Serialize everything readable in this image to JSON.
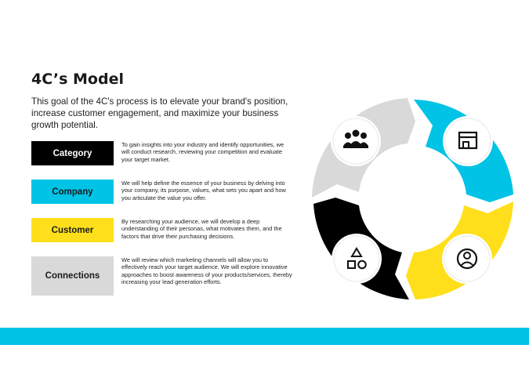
{
  "title": "4C’s Model",
  "intro": "This goal of the 4C's process is to elevate your brand's position, increase customer engagement, and maximize your business growth potential.",
  "items": [
    {
      "label": "Category",
      "color": "#000000",
      "text_color": "#ffffff",
      "description": "To gain insights into your industry and identify opportunities, we will conduct research, reviewing your competition and evaluate your target market."
    },
    {
      "label": "Company",
      "color": "#00c3e6",
      "text_color": "#1a1a1a",
      "description": "We will help define the essence of your business by delving into your company, its purpose, values, what sets you apart and how you articulate the value you offer."
    },
    {
      "label": "Customer",
      "color": "#ffdf1b",
      "text_color": "#1a1a1a",
      "description": "By researching your audience, we will develop a deep understanding of their personas, what motivates them, and the factors that drive their purchasing decisions."
    },
    {
      "label": "Connections",
      "color": "#d9d9d9",
      "text_color": "#1a1a1a",
      "description": "We will review which marketing channels will allow you to effectively reach your target audience. We will explore innovative approaches to boost awareness of your products/services, thereby increasing your lead generation efforts."
    }
  ],
  "cycle": {
    "segments": [
      {
        "color": "#d9d9d9",
        "icon": "people-group-icon"
      },
      {
        "color": "#00c3e6",
        "icon": "storefront-icon"
      },
      {
        "color": "#ffdf1b",
        "icon": "user-circle-icon"
      },
      {
        "color": "#000000",
        "icon": "shapes-icon"
      }
    ]
  },
  "accent_bar_color": "#00c3e6"
}
